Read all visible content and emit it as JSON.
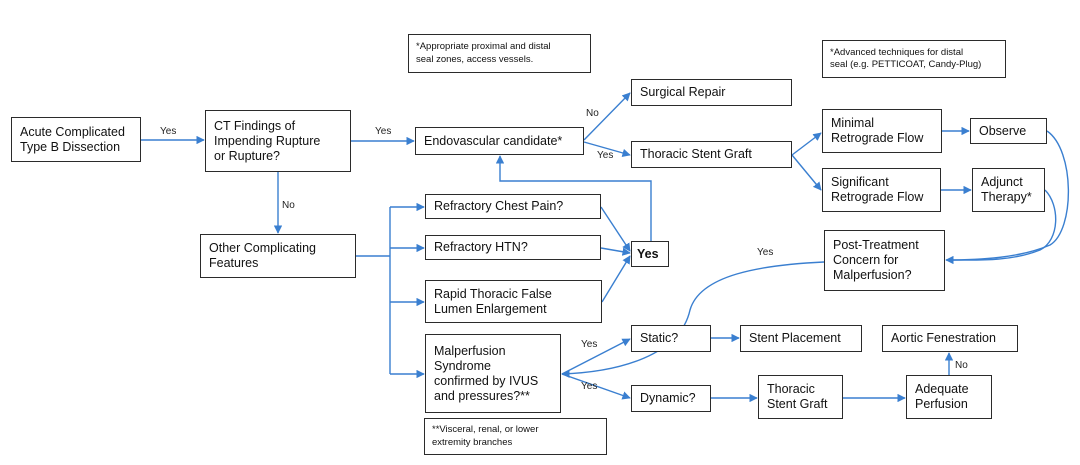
{
  "diagram": {
    "type": "flowchart",
    "topic": "Management of acute complicated Type B aortic dissection",
    "nodes": {
      "acute": "Acute Complicated\nType B Dissection",
      "ct": "CT Findings of\nImpending Rupture\nor Rupture?",
      "endo": "Endovascular candidate*",
      "surgical": "Surgical Repair",
      "tsg1": "Thoracic Stent Graft",
      "minimal": "Minimal\nRetrograde Flow",
      "observe": "Observe",
      "significant": "Significant\nRetrograde Flow",
      "adjunct": "Adjunct\nTherapy*",
      "other": "Other Complicating\nFeatures",
      "chest_pain": "Refractory Chest Pain?",
      "htn": "Refractory HTN?",
      "rapid": "Rapid Thoracic False\nLumen Enlargement",
      "yes_box": "Yes",
      "post": "Post-Treatment\nConcern for\nMalperfusion?",
      "malperfusion": "Malperfusion\nSyndrome\nconfirmed by IVUS\nand pressures?**",
      "static": "Static?",
      "stent_placement": "Stent Placement",
      "dynamic": "Dynamic?",
      "tsg2": "Thoracic\nStent Graft",
      "adequate": "Adequate\nPerfusion",
      "fenestration": "Aortic Fenestration"
    },
    "notes": {
      "endo_note": "*Appropriate proximal and distal\nseal zones, access vessels.",
      "adjunct_note": "*Advanced techniques for distal\nseal (e.g. PETTICOAT, Candy-Plug)",
      "malperfusion_note": "**Visceral, renal, or lower\nextremity branches"
    },
    "edge_labels": {
      "acute_ct": "Yes",
      "ct_endo": "Yes",
      "ct_other": "No",
      "endo_surgical": "No",
      "endo_tsg": "Yes",
      "post_malperfusion": "Yes",
      "mal_static": "Yes",
      "mal_dynamic": "Yes",
      "adequate_fenestration": "No"
    },
    "colors": {
      "arrow": "#3a7fd0",
      "box_border": "#2b2b2b",
      "text": "#111111"
    }
  }
}
